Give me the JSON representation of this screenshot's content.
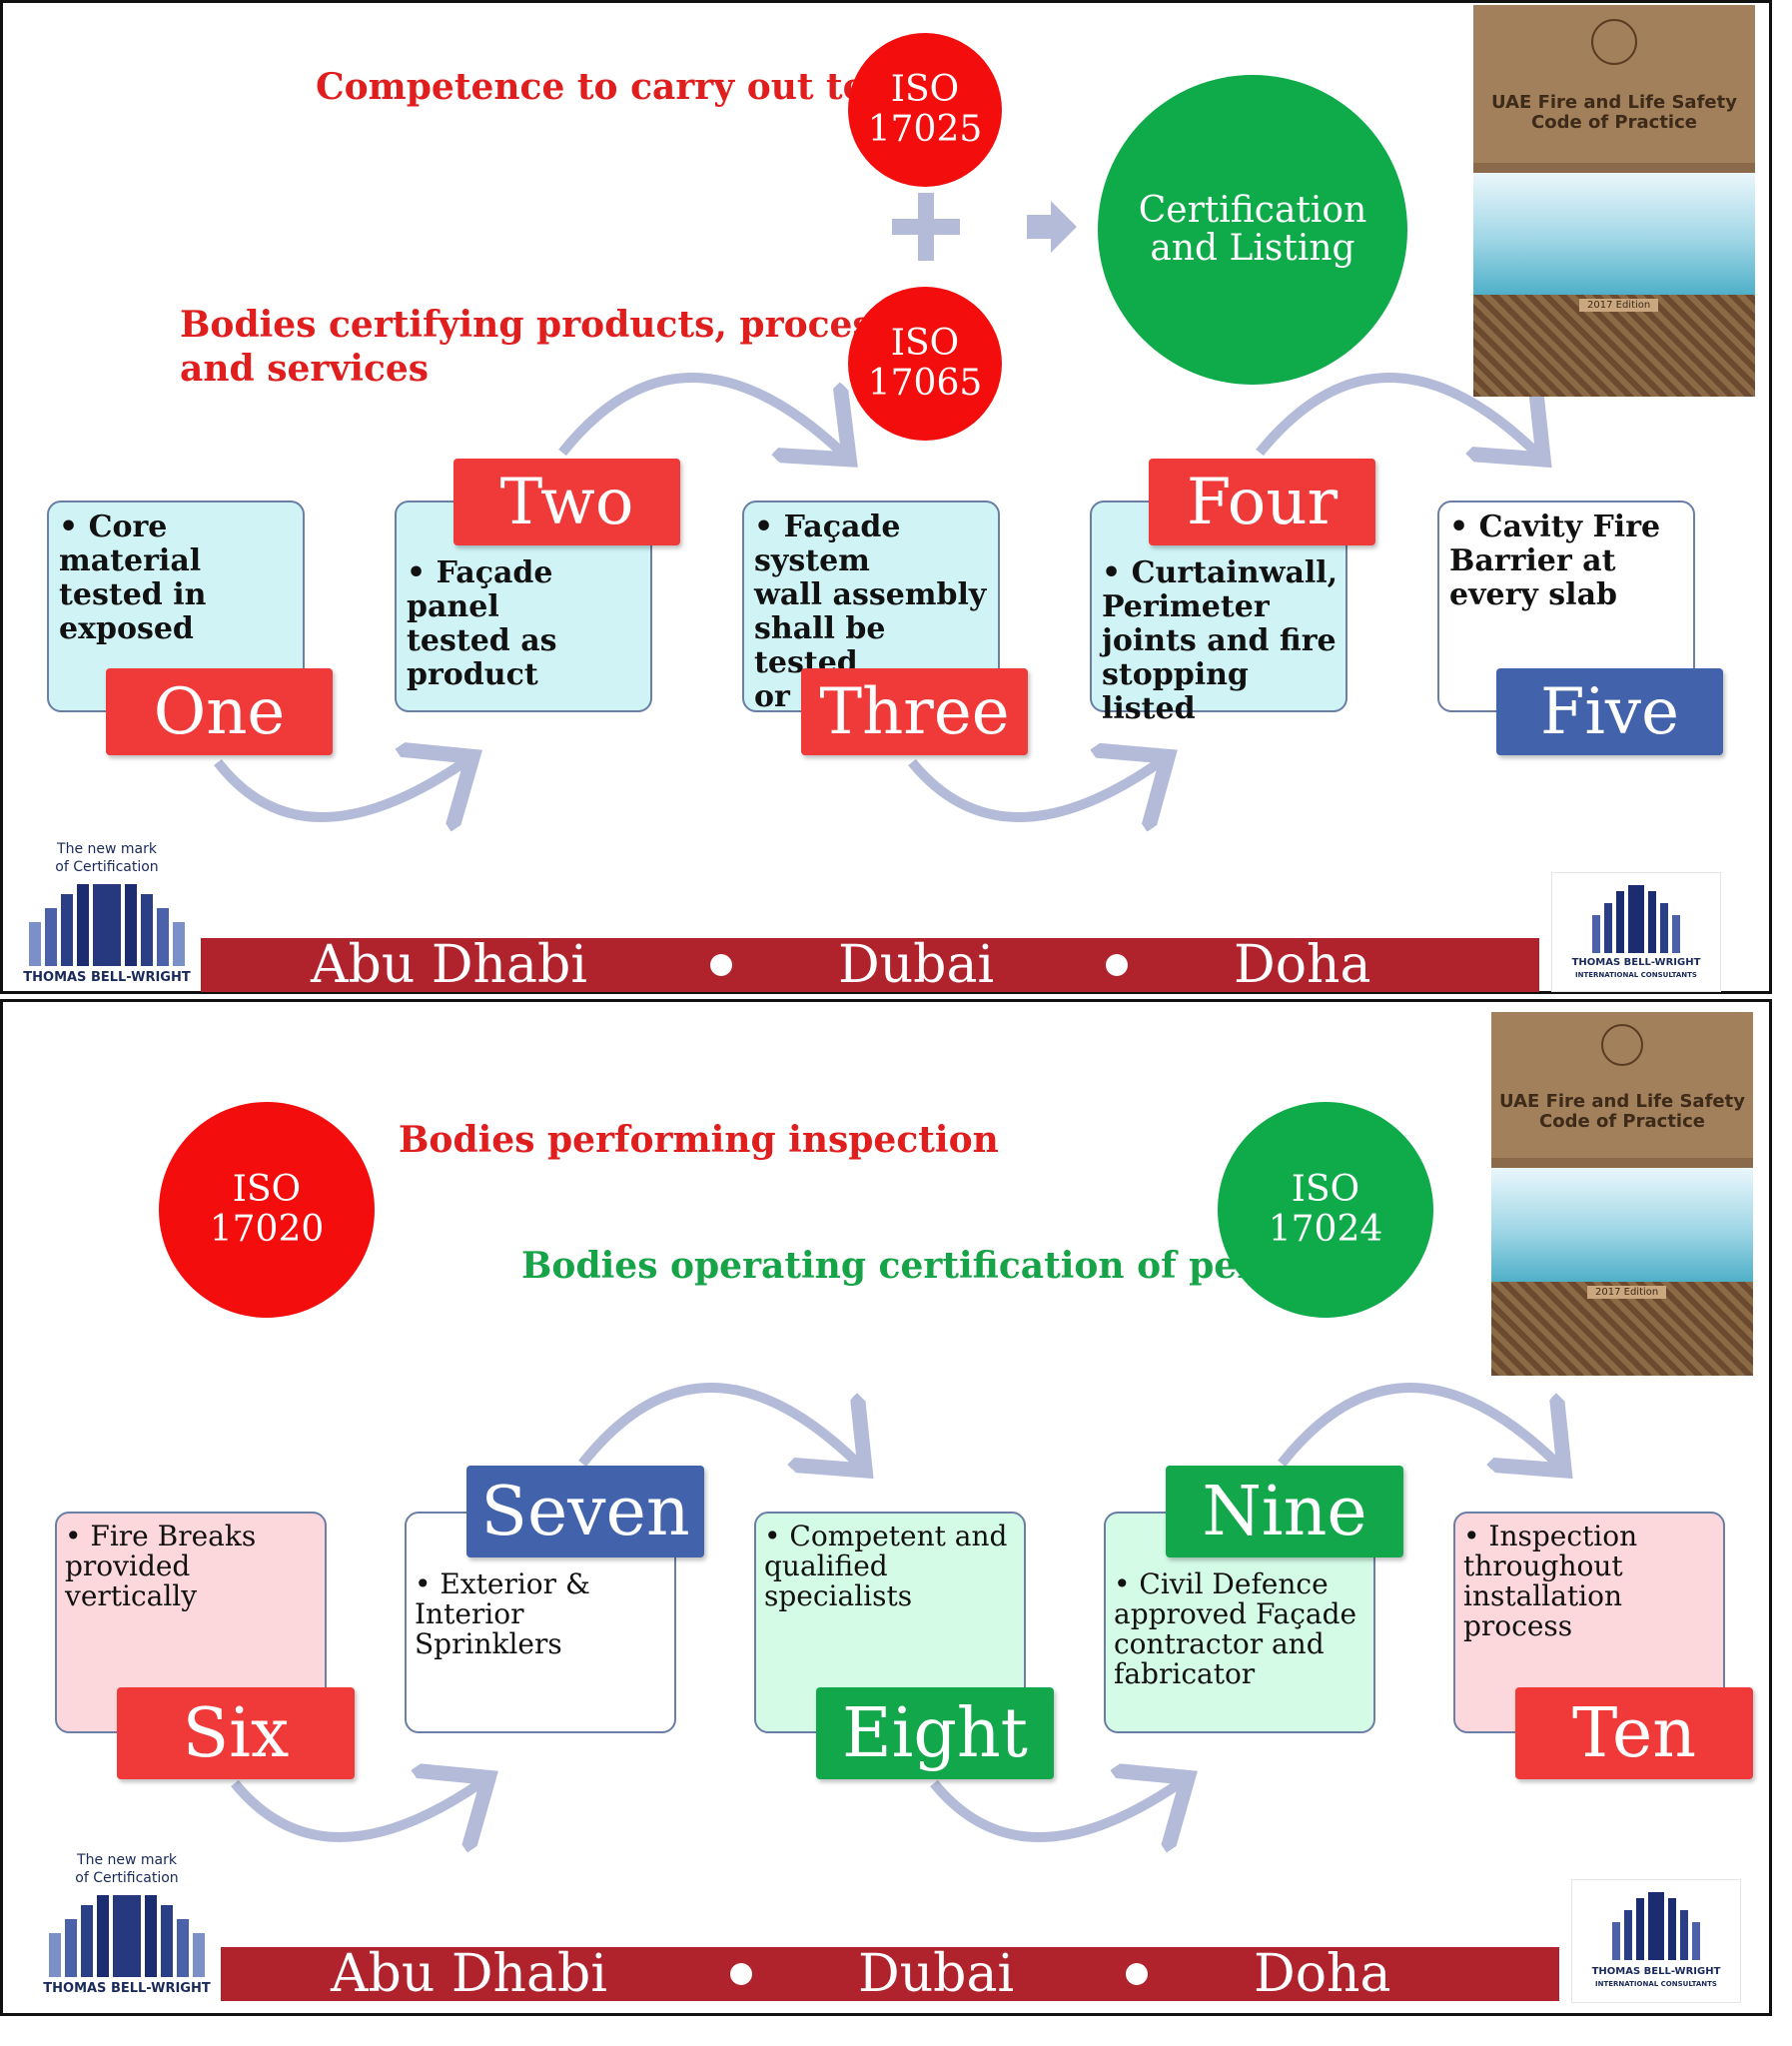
{
  "slide1": {
    "competence_text": "Competence to carry out tests",
    "iso_17025": "ISO\n17025",
    "bodies_certifying_text": "Bodies certifying products, processes\nand services",
    "iso_17065": "ISO\n17065",
    "certification_listing": "Certification\nand Listing",
    "steps": [
      {
        "label": "One",
        "text": "• Core material\n  tested in\n  exposed"
      },
      {
        "label": "Two",
        "text": "• Façade panel\n  tested as\n  product"
      },
      {
        "label": "Three",
        "text": "• Façade system\n  wall assembly\n  shall be tested\n  or listed"
      },
      {
        "label": "Four",
        "text": "• Curtainwall,\n  Perimeter\n  joints and fire\n  stopping listed"
      },
      {
        "label": "Five",
        "text": "• Cavity Fire\n  Barrier at\n  every slab"
      }
    ]
  },
  "slide2": {
    "iso_17020": "ISO\n17020",
    "inspection_text": "Bodies performing inspection",
    "persons_text": "Bodies operating certification of persons",
    "iso_17024": "ISO\n17024",
    "steps": [
      {
        "label": "Six",
        "text": "• Fire Breaks\n  provided\n  vertically"
      },
      {
        "label": "Seven",
        "text": "• Exterior &\n  Interior\n  Sprinklers"
      },
      {
        "label": "Eight",
        "text": "• Competent and\n  qualified\n  specialists"
      },
      {
        "label": "Nine",
        "text": "• Civil Defence\n  approved Façade\n  contractor and\n  fabricator"
      },
      {
        "label": "Ten",
        "text": "• Inspection\n  throughout\n  installation\n  process"
      }
    ]
  },
  "banner": {
    "cities": [
      "Abu Dhabi",
      "Dubai",
      "Doha"
    ]
  },
  "book": {
    "title": "UAE Fire and Life Safety\nCode of Practice",
    "edition": "2017 Edition"
  },
  "logo_left": {
    "tagline": "The new mark\nof Certification",
    "name": "THOMAS BELL-WRIGHT"
  },
  "logo_right": {
    "name": "THOMAS BELL-WRIGHT",
    "sub": "INTERNATIONAL CONSULTANTS"
  },
  "colors": {
    "red": "#f03a3a",
    "green": "#12a74a",
    "blue": "#4262ab",
    "banner": "#b0222c",
    "arrow": "#b3bbd9"
  }
}
